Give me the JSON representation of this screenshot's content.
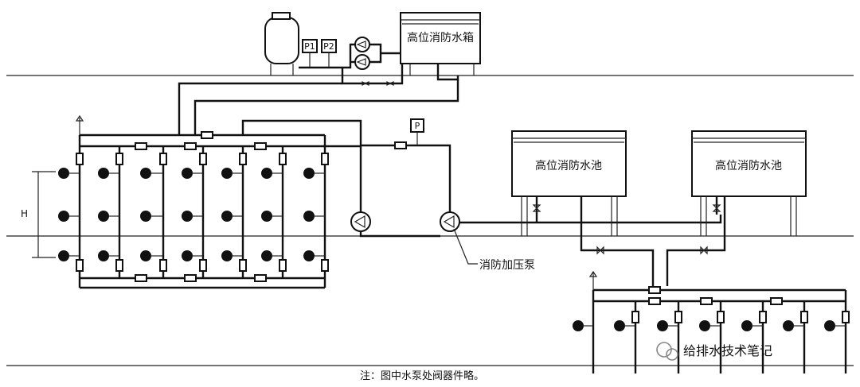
{
  "labels": {
    "roof_tank": "高位消防水箱",
    "pool_1": "高位消防水池",
    "pool_2": "高位消防水池",
    "booster_pump": "消防加压泵",
    "gauge_p1": "P1",
    "gauge_p2": "P2",
    "gauge_p": "P",
    "height_mark": "H",
    "note": "注：图中水泵处阀器件略。",
    "watermark": "给排水技术笔记"
  },
  "colors": {
    "line": "#111111",
    "background": "#ffffff"
  }
}
